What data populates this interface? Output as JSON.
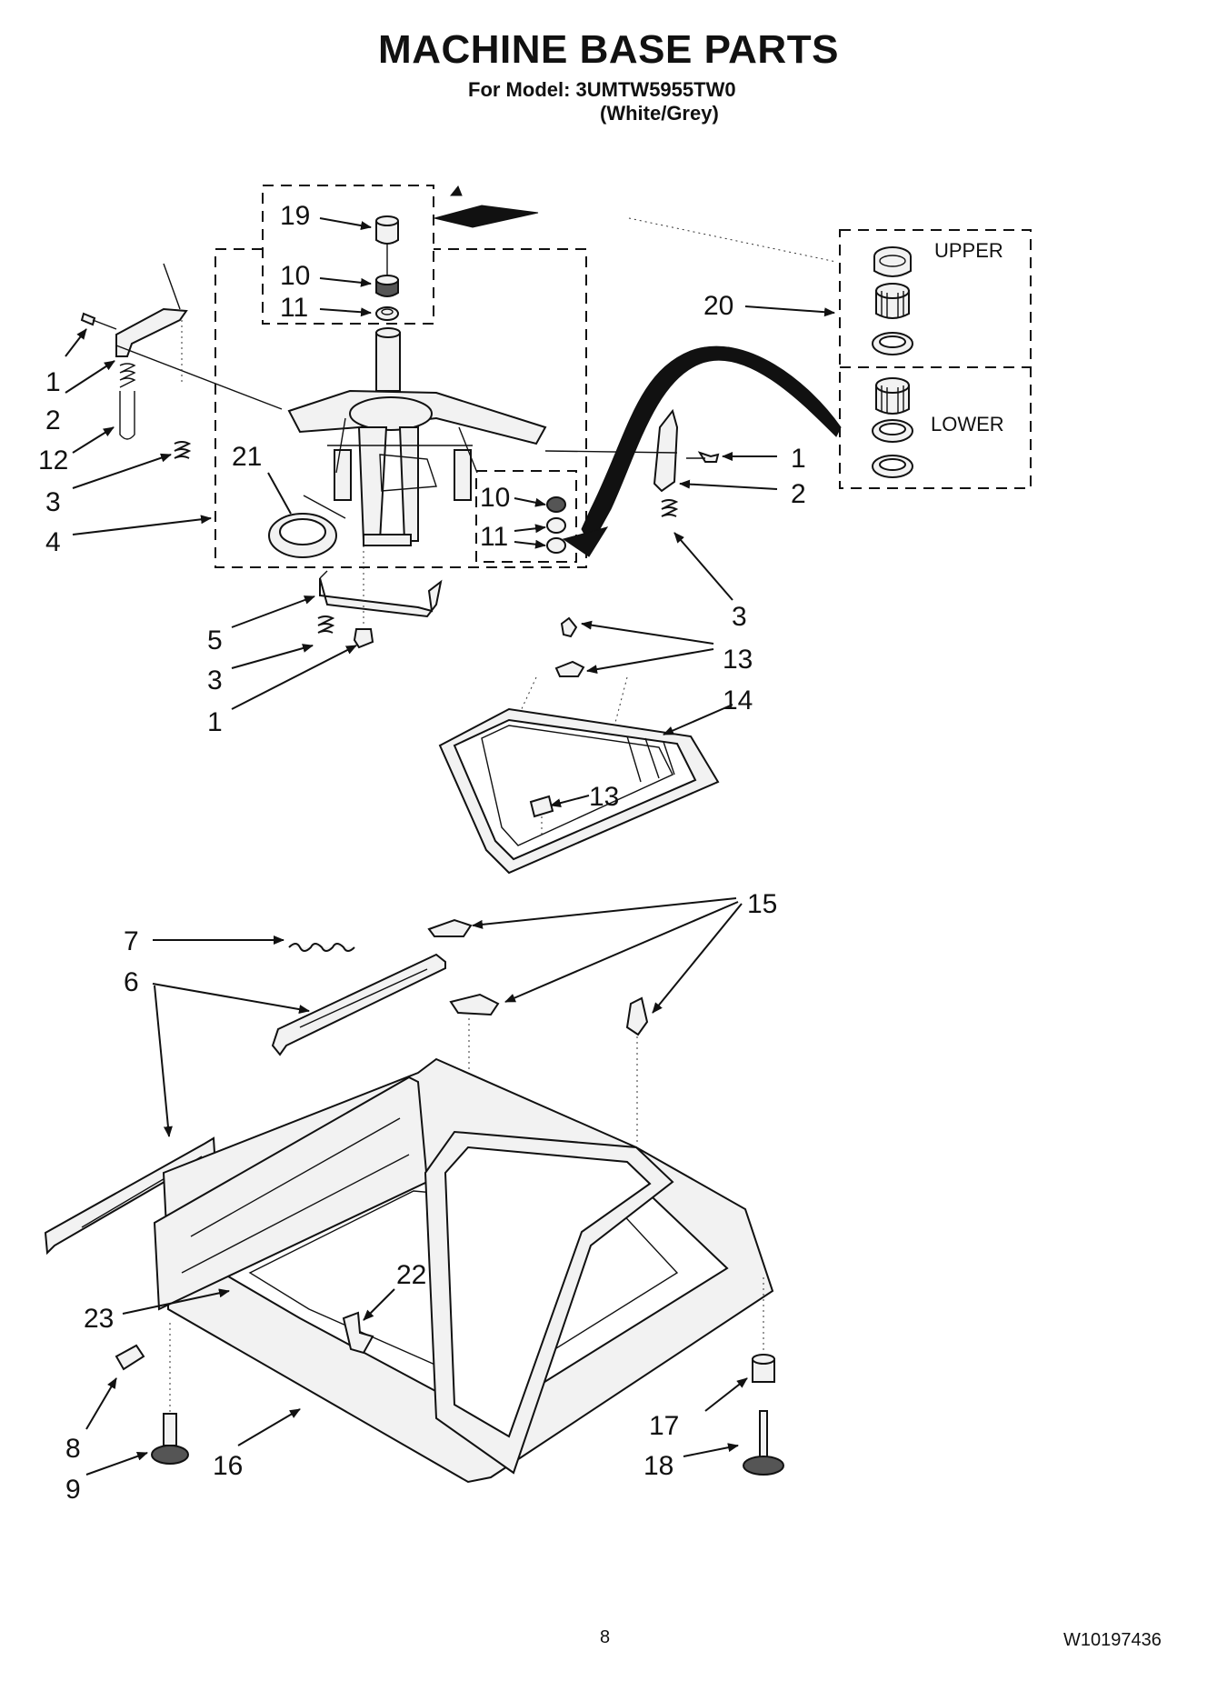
{
  "header": {
    "title": "MACHINE BASE PARTS",
    "model_line": "For Model: 3UMTW5955TW0",
    "variant_line": "(White/Grey)"
  },
  "footer": {
    "page_number": "8",
    "document_number": "W10197436"
  },
  "bearing_kit": {
    "upper_label": "UPPER",
    "lower_label": "LOWER"
  },
  "callouts": [
    {
      "id": "c19",
      "text": "19"
    },
    {
      "id": "c10a",
      "text": "10"
    },
    {
      "id": "c11a",
      "text": "11"
    },
    {
      "id": "c20",
      "text": "20"
    },
    {
      "id": "c1a",
      "text": "1"
    },
    {
      "id": "c2a",
      "text": "2"
    },
    {
      "id": "c12",
      "text": "12"
    },
    {
      "id": "c3a",
      "text": "3"
    },
    {
      "id": "c21",
      "text": "21"
    },
    {
      "id": "c4",
      "text": "4"
    },
    {
      "id": "c10b",
      "text": "10"
    },
    {
      "id": "c11b",
      "text": "11"
    },
    {
      "id": "c1b",
      "text": "1"
    },
    {
      "id": "c2b",
      "text": "2"
    },
    {
      "id": "c3b",
      "text": "3"
    },
    {
      "id": "c5",
      "text": "5"
    },
    {
      "id": "c3c",
      "text": "3"
    },
    {
      "id": "c1c",
      "text": "1"
    },
    {
      "id": "c13a",
      "text": "13"
    },
    {
      "id": "c14",
      "text": "14"
    },
    {
      "id": "c13b",
      "text": "13"
    },
    {
      "id": "c15",
      "text": "15"
    },
    {
      "id": "c7",
      "text": "7"
    },
    {
      "id": "c6",
      "text": "6"
    },
    {
      "id": "c22",
      "text": "22"
    },
    {
      "id": "c23",
      "text": "23"
    },
    {
      "id": "c17",
      "text": "17"
    },
    {
      "id": "c8",
      "text": "8"
    },
    {
      "id": "c16",
      "text": "16"
    },
    {
      "id": "c18",
      "text": "18"
    },
    {
      "id": "c9",
      "text": "9"
    }
  ]
}
